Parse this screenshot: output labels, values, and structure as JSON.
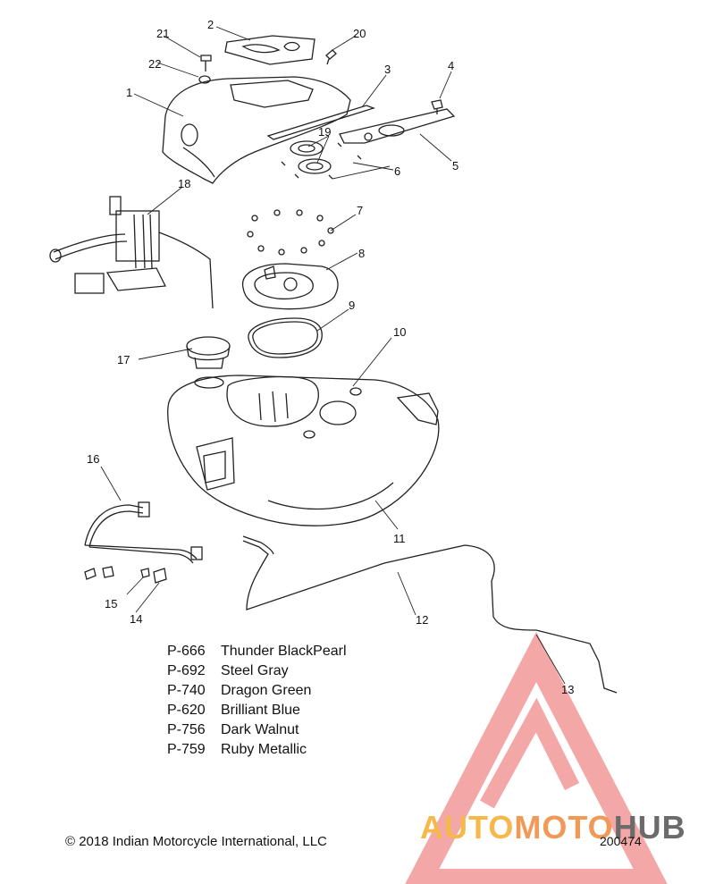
{
  "callouts": [
    "1",
    "2",
    "3",
    "4",
    "5",
    "6",
    "7",
    "8",
    "9",
    "10",
    "11",
    "12",
    "13",
    "14",
    "15",
    "16",
    "17",
    "18",
    "19",
    "20",
    "21",
    "22"
  ],
  "color_legend": [
    {
      "code": "P-666",
      "name": "Thunder BlackPearl"
    },
    {
      "code": "P-692",
      "name": "Steel Gray"
    },
    {
      "code": "P-740",
      "name": "Dragon Green"
    },
    {
      "code": "P-620",
      "name": "Brilliant Blue"
    },
    {
      "code": "P-756",
      "name": "Dark Walnut"
    },
    {
      "code": "P-759",
      "name": "Ruby Metallic"
    }
  ],
  "copyright": "© 2018 Indian Motorcycle International, LLC",
  "diagram_number": "200474",
  "watermark": {
    "part1": "AUTO",
    "part2": "MOTO",
    "part3": "HUB"
  },
  "colors": {
    "line": "#222222",
    "watermark_red": "#f08a8a",
    "watermark_yellow": "#f6b84a",
    "watermark_orange": "#f19a57",
    "watermark_gray": "#6b6b6b"
  }
}
